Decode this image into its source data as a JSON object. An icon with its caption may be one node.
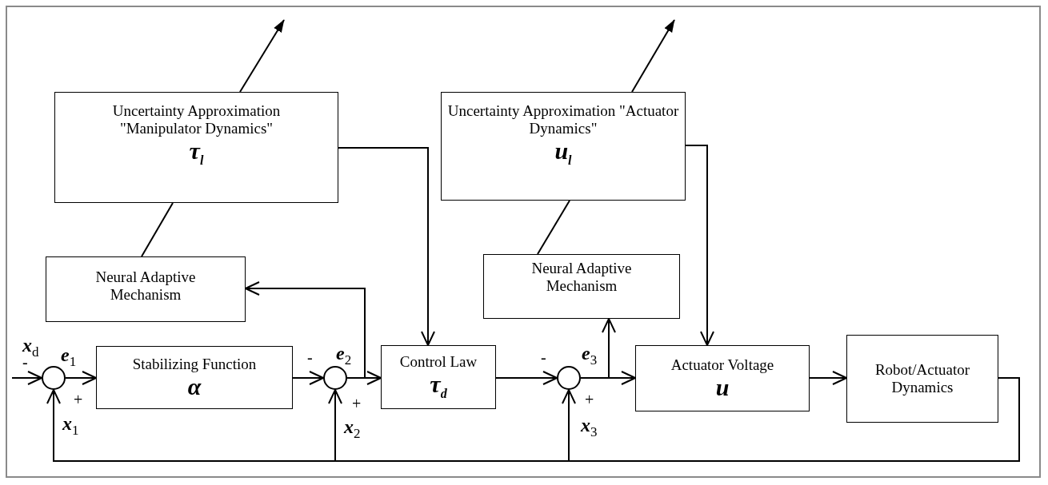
{
  "diagram": {
    "nodes": [
      {
        "text": [
          "Uncertainty Approximation \"Manipulator Dynamics\"",
          "τ$_{l}$"
        ]
      },
      {
        "text": [
          "Uncertainty Approximation \"Actuator Dynamics\"",
          "u$_{l}$"
        ]
      },
      {
        "text": [
          "Neural Adaptive Mechanism"
        ]
      },
      {
        "text": [
          "Neural Adaptive Mechanism"
        ]
      },
      {
        "text": [],
        "shape": "circle"
      },
      {
        "text": [
          "Stabilizing Function",
          "α"
        ]
      },
      {
        "text": [],
        "shape": "circle"
      },
      {
        "text": [
          "Control Law",
          "τ$_{d}$"
        ]
      },
      {
        "text": [],
        "shape": "circle"
      },
      {
        "text": [
          "Actuator Voltage",
          "u"
        ]
      },
      {
        "text": [
          "Robot/Actuator Dynamics"
        ]
      }
    ],
    "edges": [
      {
        "from": null,
        "to": 4,
        "arrow": "to"
      },
      {
        "from": 4,
        "to": 5,
        "arrow": "to"
      },
      {
        "from": 5,
        "to": 6,
        "arrow": "to"
      },
      {
        "from": 6,
        "to": 7,
        "arrow": "to"
      },
      {
        "from": 6,
        "to": 2,
        "arrow": "to"
      },
      {
        "from": 2,
        "to": 0,
        "arrow": "none"
      },
      {
        "from": 0,
        "to": null,
        "arrow": "to"
      },
      {
        "from": 0,
        "to": 7,
        "arrow": "to"
      },
      {
        "from": 7,
        "to": 8,
        "arrow": "to"
      },
      {
        "from": 8,
        "to": 9,
        "arrow": "to"
      },
      {
        "from": 8,
        "to": 3,
        "arrow": "to"
      },
      {
        "from": 3,
        "to": 1,
        "arrow": "none"
      },
      {
        "from": 1,
        "to": null,
        "arrow": "to"
      },
      {
        "from": 1,
        "to": 9,
        "arrow": "to"
      },
      {
        "from": 9,
        "to": 10,
        "arrow": "to"
      },
      {
        "from": 10,
        "to": 4,
        "arrow": "to"
      },
      {
        "from": 10,
        "to": 6,
        "arrow": "to"
      },
      {
        "from": 10,
        "to": 8,
        "arrow": "to"
      }
    ],
    "labels": [
      "x$_{d}$",
      "e$_{1}$",
      "-",
      "+",
      "x$_{1}$",
      "-",
      "e$_{2}$",
      "+",
      "x$_{2}$",
      "-",
      "e$_{3}$",
      "+",
      "x$_{3}$"
    ]
  }
}
